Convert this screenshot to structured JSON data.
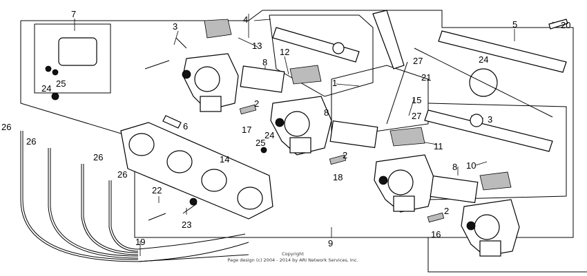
{
  "callouts": {
    "n1": "1",
    "n2a": "2",
    "n2b": "2",
    "n2c": "2",
    "n3a": "3",
    "n3b": "3",
    "n4": "4",
    "n5": "5",
    "n6": "6",
    "n7": "7",
    "n8a": "8",
    "n8b": "8",
    "n8c": "8",
    "n9": "9",
    "n10": "10",
    "n11": "11",
    "n12": "12",
    "n13": "13",
    "n14": "14",
    "n15": "15",
    "n16": "16",
    "n17": "17",
    "n18": "18",
    "n19": "19",
    "n20": "20",
    "n21": "21",
    "n22": "22",
    "n23": "23",
    "n24a": "24",
    "n24b": "24",
    "n24c": "24",
    "n25a": "25",
    "n25b": "25",
    "n26a": "26",
    "n26b": "26",
    "n26c": "26",
    "n26d": "26",
    "n27a": "27",
    "n27b": "27"
  },
  "footer": {
    "line1": "Copyright",
    "line2": "Page design (c) 2004 - 2014 by ARI Network Services, Inc."
  }
}
